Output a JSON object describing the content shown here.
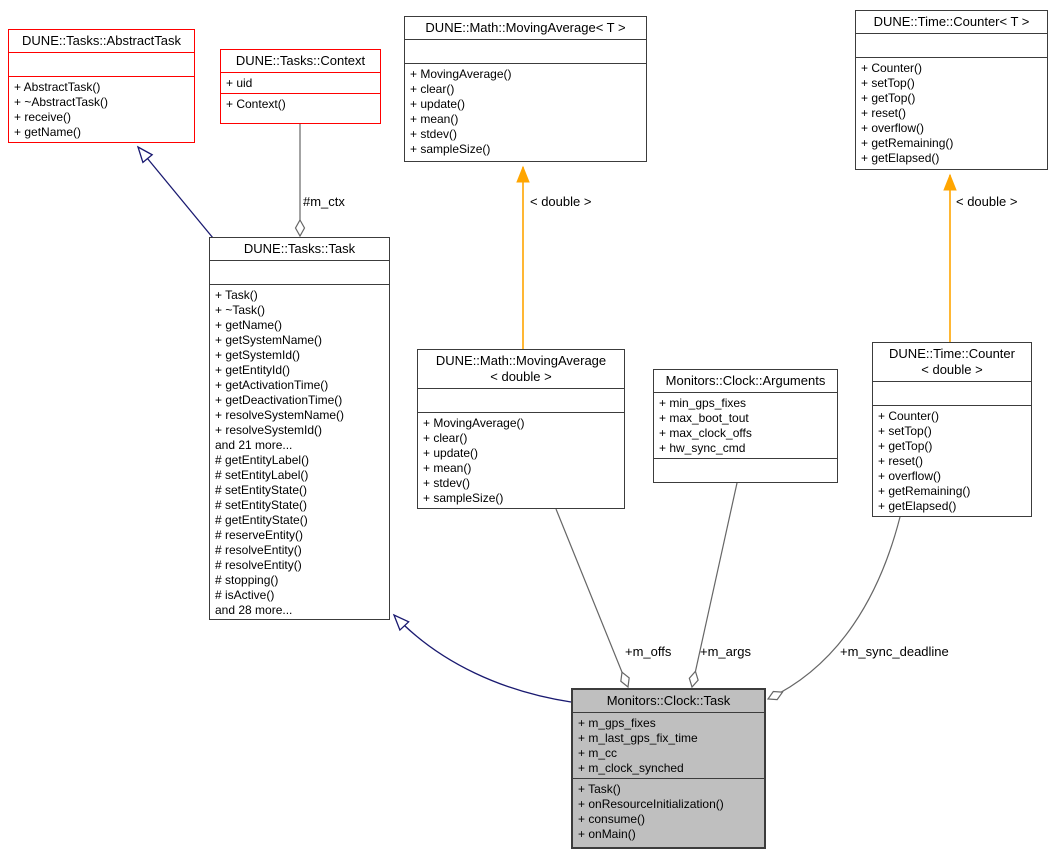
{
  "classes": {
    "abstract_task": {
      "title": "DUNE::Tasks::AbstractTask",
      "methods": [
        "+ AbstractTask()",
        "+ ~AbstractTask()",
        "+ receive()",
        "+ getName()"
      ]
    },
    "context": {
      "title": "DUNE::Tasks::Context",
      "attributes": [
        "+ uid"
      ],
      "methods": [
        "+ Context()"
      ]
    },
    "moving_average_t": {
      "title": "DUNE::Math::MovingAverage< T >",
      "methods": [
        "+ MovingAverage()",
        "+ clear()",
        "+ update()",
        "+ mean()",
        "+ stdev()",
        "+ sampleSize()"
      ]
    },
    "counter_t": {
      "title": "DUNE::Time::Counter< T >",
      "methods": [
        "+ Counter()",
        "+ setTop()",
        "+ getTop()",
        "+ reset()",
        "+ overflow()",
        "+ getRemaining()",
        "+ getElapsed()"
      ]
    },
    "task": {
      "title": "DUNE::Tasks::Task",
      "methods": [
        "+ Task()",
        "+ ~Task()",
        "+ getName()",
        "+ getSystemName()",
        "+ getSystemId()",
        "+ getEntityId()",
        "+ getActivationTime()",
        "+ getDeactivationTime()",
        "+ resolveSystemName()",
        "+ resolveSystemId()",
        "and 21 more...",
        "# getEntityLabel()",
        "# setEntityLabel()",
        "# setEntityState()",
        "# setEntityState()",
        "# getEntityState()",
        "# reserveEntity()",
        "# resolveEntity()",
        "# resolveEntity()",
        "# stopping()",
        "# isActive()",
        "and 28 more..."
      ]
    },
    "moving_average_double": {
      "title": "DUNE::Math::MovingAverage\n< double >",
      "methods": [
        "+ MovingAverage()",
        "+ clear()",
        "+ update()",
        "+ mean()",
        "+ stdev()",
        "+ sampleSize()"
      ]
    },
    "arguments": {
      "title": "Monitors::Clock::Arguments",
      "attributes": [
        "+ min_gps_fixes",
        "+ max_boot_tout",
        "+ max_clock_offs",
        "+ hw_sync_cmd"
      ]
    },
    "counter_double": {
      "title": "DUNE::Time::Counter\n< double >",
      "methods": [
        "+ Counter()",
        "+ setTop()",
        "+ getTop()",
        "+ reset()",
        "+ overflow()",
        "+ getRemaining()",
        "+ getElapsed()"
      ]
    },
    "clock_task": {
      "title": "Monitors::Clock::Task",
      "attributes": [
        "+ m_gps_fixes",
        "+ m_last_gps_fix_time",
        "+ m_cc",
        "+ m_clock_synched"
      ],
      "methods": [
        "+ Task()",
        "+ onResourceInitialization()",
        "+ consume()",
        "+ onMain()"
      ]
    }
  },
  "edges": {
    "m_ctx_label": "#m_ctx",
    "template_label_1": "< double >",
    "template_label_2": "< double >",
    "m_offs_label": "+m_offs",
    "m_args_label": "+m_args",
    "m_sync_deadline_label": "+m_sync_deadline"
  },
  "colors": {
    "truncated_class_border": "#ff0000",
    "class_border": "#3c3c3c",
    "highlighted_class_fill": "#bfbfbf",
    "inheritance_edge": "#191970",
    "template_edge": "#ffa500",
    "member_edge": "#666666"
  }
}
